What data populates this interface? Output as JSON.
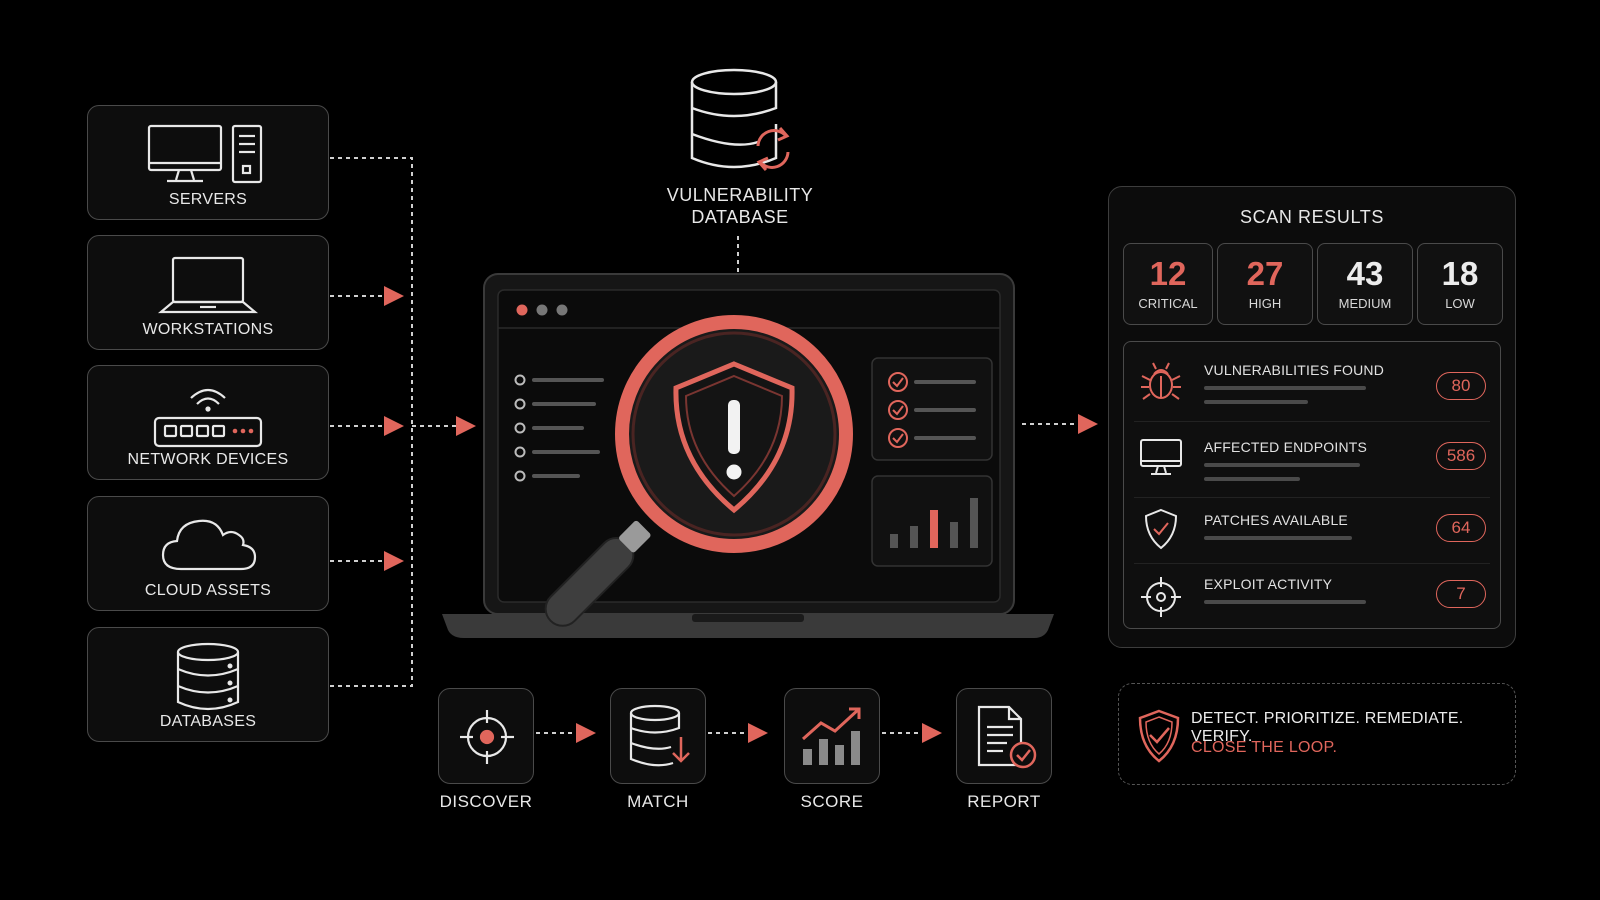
{
  "assets": [
    {
      "label": "SERVERS",
      "icon": "server-desktop-icon"
    },
    {
      "label": "WORKSTATIONS",
      "icon": "laptop-icon"
    },
    {
      "label": "NETWORK DEVICES",
      "icon": "router-icon"
    },
    {
      "label": "CLOUD ASSETS",
      "icon": "cloud-icon"
    },
    {
      "label": "DATABASES",
      "icon": "database-icon"
    }
  ],
  "vuln_db": {
    "line1": "VULNERABILITY",
    "line2": "DATABASE",
    "icon": "database-sync-icon"
  },
  "scan_results": {
    "title": "SCAN RESULTS",
    "severities": [
      {
        "count": "12",
        "label": "CRITICAL",
        "color": "#e0665c"
      },
      {
        "count": "27",
        "label": "HIGH",
        "color": "#e0665c"
      },
      {
        "count": "43",
        "label": "MEDIUM",
        "color": "#ececec"
      },
      {
        "count": "18",
        "label": "LOW",
        "color": "#ececec"
      }
    ],
    "metrics": [
      {
        "label": "VULNERABILITIES FOUND",
        "value": "80",
        "icon": "bug-icon"
      },
      {
        "label": "AFFECTED ENDPOINTS",
        "value": "586",
        "icon": "monitor-icon"
      },
      {
        "label": "PATCHES AVAILABLE",
        "value": "64",
        "icon": "shield-check-icon"
      },
      {
        "label": "EXPLOIT ACTIVITY",
        "value": "7",
        "icon": "crosshair-icon"
      }
    ]
  },
  "tagline": {
    "line1": "DETECT. PRIORITIZE. REMEDIATE. VERIFY.",
    "line2": "CLOSE THE LOOP.",
    "icon": "shield-check-icon"
  },
  "steps": [
    {
      "label": "DISCOVER",
      "icon": "target-icon"
    },
    {
      "label": "MATCH",
      "icon": "database-download-icon"
    },
    {
      "label": "SCORE",
      "icon": "bar-chart-trend-icon"
    },
    {
      "label": "REPORT",
      "icon": "document-check-icon"
    }
  ],
  "colors": {
    "accent": "#e0665c",
    "line": "#bdbdbd",
    "border": "#4a4a4a",
    "background": "#000000"
  }
}
